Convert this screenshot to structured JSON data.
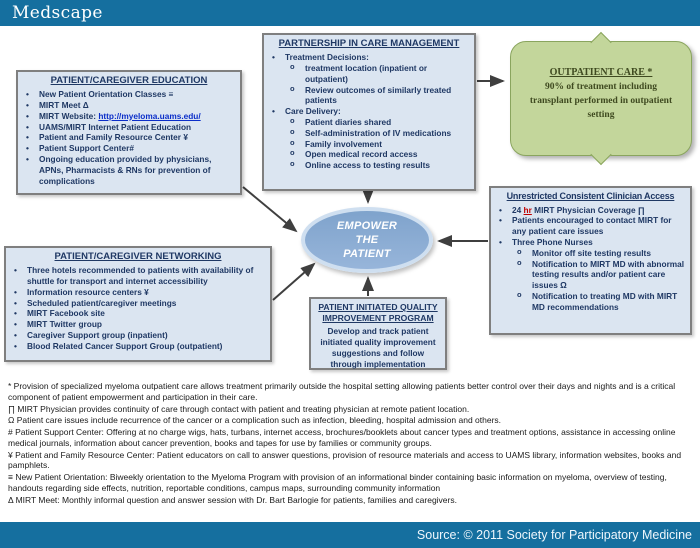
{
  "header": {
    "brand": "Medscape"
  },
  "footer": {
    "source": "Source: © 2011 Society for Participatory Medicine"
  },
  "colors": {
    "header_blue": "#156f9f",
    "box_fill": "#dbe5f1",
    "box_border": "#7f7f7f",
    "box_text_navy": "#1f3864",
    "green_fill": "#c3d69b",
    "green_border": "#8aa55e",
    "ellipse_fill": "#8fb1d5",
    "ellipse_border": "#cfdff0",
    "arrow": "#3f3f3f",
    "link_blue": "#0b2ec9",
    "hr_red": "#c00000"
  },
  "center": {
    "line1": "EMPOWER",
    "line2": "THE",
    "line3": "PATIENT"
  },
  "partnership": {
    "title": "PARTNERSHIP IN CARE MANAGEMENT",
    "groups": [
      {
        "label": "Treatment Decisions:",
        "subitems": [
          "treatment location (inpatient or outpatient)",
          "Review outcomes of similarly treated patients"
        ]
      },
      {
        "label": "Care Delivery:",
        "subitems": [
          "Patient diaries shared",
          "Self-administration of IV medications",
          "Family involvement",
          "Open medical record access",
          "Online access to testing results"
        ]
      }
    ]
  },
  "outpatient": {
    "title": "OUTPATIENT CARE *",
    "body": "90% of treatment including transplant performed in outpatient setting"
  },
  "education": {
    "title": "PATIENT/CAREGIVER EDUCATION",
    "items": [
      "New Patient Orientation Classes ≡",
      "MIRT Meet Δ",
      "UAMS/MIRT Internet Patient Education",
      "Patient and Family Resource Center ¥",
      "Patient Support Center#",
      "Ongoing education provided by physicians, APNs, Pharmacists & RNs for prevention of complications"
    ],
    "website": {
      "label": "MIRT Website:",
      "url": "http://myeloma.uams.edu/"
    }
  },
  "clinician": {
    "title": "Unrestricted Consistent Clinician Access",
    "item1_pre": "24 ",
    "item1_hr": "hr",
    "item1_post": " MIRT Physician Coverage ∏",
    "item2": "Patients encouraged to contact MIRT for any patient care issues",
    "item3": "Three Phone Nurses",
    "subitems": [
      "Monitor off site testing results",
      "Notification to MIRT MD with abnormal testing results and/or patient care issues Ω",
      "Notification to treating MD with MIRT MD recommendations"
    ]
  },
  "networking": {
    "title": "PATIENT/CAREGIVER NETWORKING",
    "items": [
      "Three hotels recommended to patients with availability of shuttle for transport and internet accessibility",
      "Information resource centers ¥",
      "Scheduled patient/caregiver meetings",
      "MIRT Facebook site",
      "MIRT Twitter group",
      "Caregiver Support group (inpatient)",
      "Blood Related Cancer Support Group (outpatient)"
    ]
  },
  "qi_program": {
    "title": "PATIENT INITIATED QUALITY IMPROVEMENT PROGRAM",
    "body": "Develop and track patient initiated quality improvement suggestions and follow through implementation"
  },
  "footnotes": [
    "*  Provision of specialized myeloma outpatient care allows treatment primarily outside the hospital setting allowing patients better control over their days and nights and is a critical component of patient empowerment and participation in their care.",
    "∏  MIRT Physician provides continuity of care through contact with patient and treating physician at remote patient location.",
    "Ω  Patient care issues include recurrence of the cancer or a complication such as infection, bleeding, hospital admission and others.",
    "#  Patient Support Center: Offering at no charge wigs, hats, turbans, internet access, brochures/booklets about cancer types and treatment options, assistance in accessing online medical journals, information about cancer prevention, books and tapes for use by families or community groups.",
    "¥  Patient and Family Resource Center: Patient educators on call to answer questions, provision of resource materials and access to UAMS library, information websites, books and pamphlets.",
    "≡  New Patient Orientation:  Biweekly orientation to the Myeloma Program with provision of an informational binder containing basic information on myeloma, overview of testing, handouts regarding side effects, nutrition, reportable conditions, campus maps, surrounding community information",
    "Δ  MIRT Meet:  Monthly informal question and answer session with Dr. Bart Barlogie for patients, families and caregivers."
  ]
}
